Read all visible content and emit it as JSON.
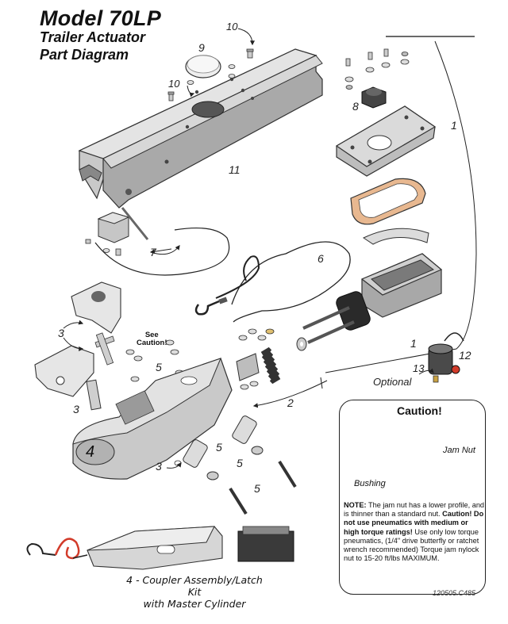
{
  "header": {
    "title": "Model 70LP",
    "subtitle_line1": "Trailer Actuator",
    "subtitle_line2": "Part Diagram"
  },
  "callouts": {
    "c1_top": "1",
    "c1_bottom": "1",
    "c2": "2",
    "c3_left": "3",
    "c3_mid": "3",
    "c3_bottom": "3",
    "c4": "4",
    "c5_a": "5",
    "c5_b": "5",
    "c5_c": "5",
    "c5_d": "5",
    "c6": "6",
    "c7": "7",
    "c8": "8",
    "c9": "9",
    "c10_top": "10",
    "c10_left": "10",
    "c11": "11",
    "c12": "12",
    "c13": "13",
    "optional": "Optional",
    "see_caution_line1": "See",
    "see_caution_line2": "Caution!"
  },
  "caution_box": {
    "heading": "Caution!",
    "bushing_label": "Bushing",
    "jam_nut_label": "Jam Nut",
    "note_label": "NOTE:",
    "note_text": "The jam nut has a lower profile, and is thinner than a standard nut.",
    "warning_text": "Caution! Do not use pneumatics with medium or high torque ratings!",
    "instruction_text": "Use only low torque pneumatics, (1/4\" drive butterfly or ratchet wrench recommended) Torque jam nylock nut to 15-20 ft/lbs MAXIMUM."
  },
  "footer": {
    "caption_line1": "4 - Coupler Assembly/Latch Kit",
    "caption_line2": "with Master Cylinder",
    "doc_code": "120505.C485"
  },
  "colors": {
    "metal_light": "#e2e2e2",
    "metal_mid": "#b8b8b8",
    "metal_dark": "#6e6e6e",
    "gasket": "#e8b890",
    "spring": "#333333",
    "red_accent": "#d23b2a",
    "cable": "#222222"
  }
}
